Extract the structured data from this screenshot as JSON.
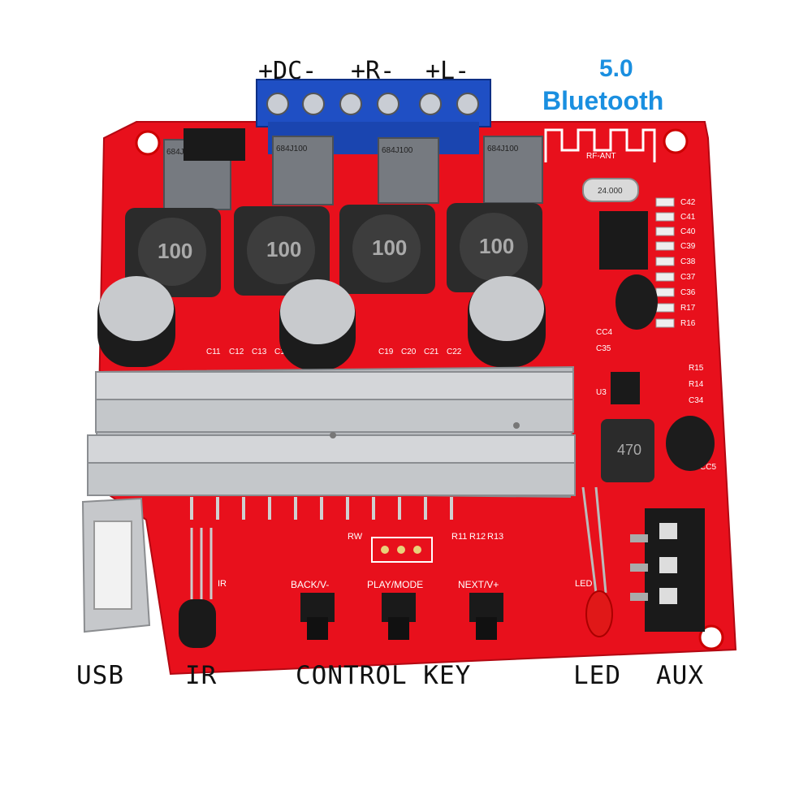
{
  "terminals": {
    "dc": "+DC-",
    "right": "+R-",
    "left": "+L-"
  },
  "bluetooth": {
    "version": "5.0",
    "word": "Bluetooth"
  },
  "labels": {
    "usb": "USB",
    "ir": "IR",
    "control_key": "CONTROL KEY",
    "led": "LED",
    "aux": "AUX"
  },
  "silkscreen": {
    "back": "BACK/V-",
    "play": "PLAY/MODE",
    "next": "NEXT/V+",
    "ir": "IR",
    "led": "LED",
    "rw": "RW",
    "rf_ant": "RF-ANT",
    "r11": "R11",
    "r12": "R12",
    "r13": "R13",
    "c42": "C42",
    "c41": "C41",
    "c40": "C40",
    "c39": "C39",
    "c38": "C38",
    "c37": "C37",
    "c36": "C36",
    "r17": "R17",
    "r16": "R16",
    "r15": "R15",
    "r14": "R14",
    "c34": "C34",
    "c35": "C35",
    "cc4": "CC4",
    "cc5": "CC5",
    "u3": "U3",
    "c11": "C11",
    "c12": "C12",
    "c13": "C13",
    "c14": "C14",
    "c19": "C19",
    "c20": "C20",
    "c21": "C21",
    "c22": "C22"
  },
  "components": {
    "cap_code": "684J100",
    "inductor_code": "100",
    "inductor_small_code": "470",
    "crystal": "24.000"
  },
  "colors": {
    "pcb": "#e8101c",
    "terminal_blue": "#1f4fc4",
    "bluetooth_blue": "#1a8fe0"
  }
}
